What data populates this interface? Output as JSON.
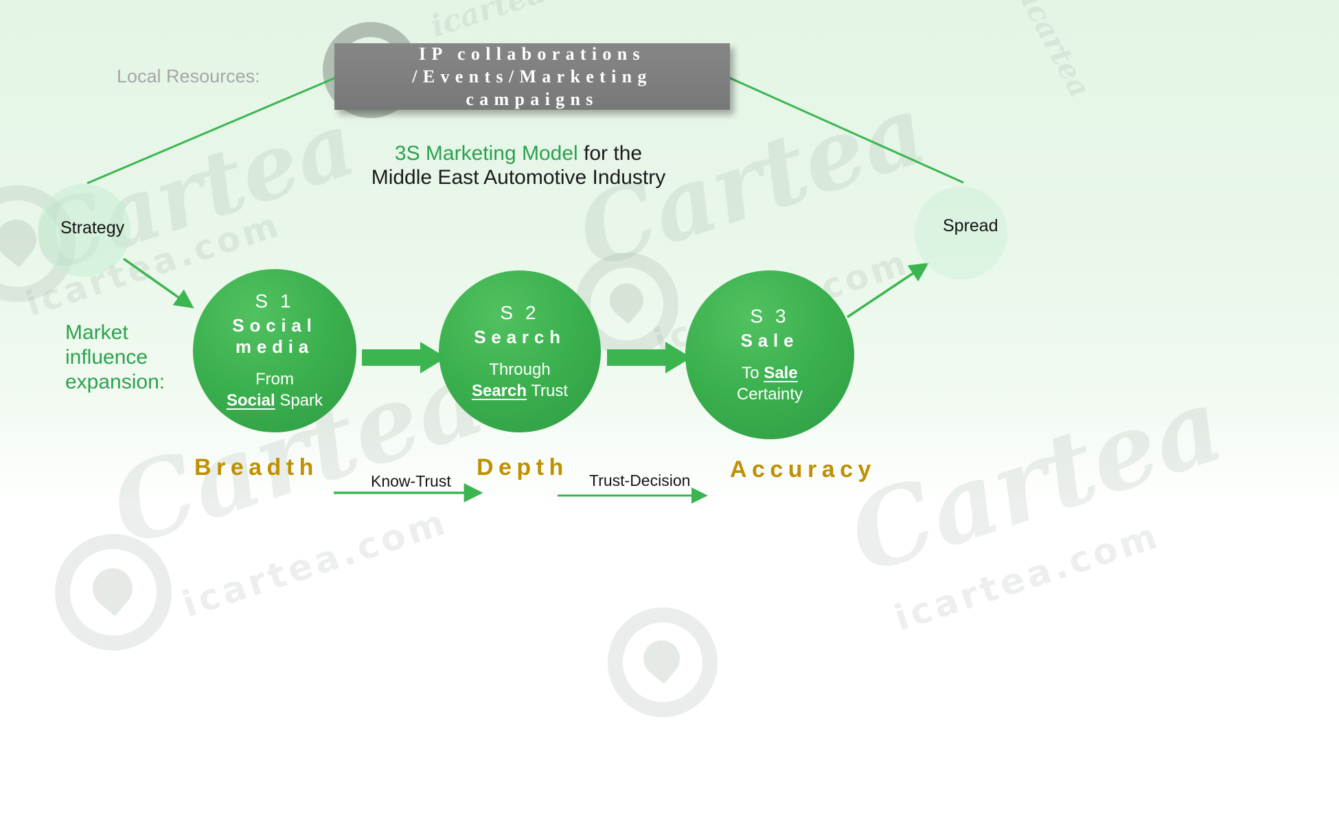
{
  "colors": {
    "accent_green": "#3cb551",
    "title_green": "#2aa24d",
    "gold": "#bf9000",
    "box_gray": "#7d7d7d",
    "muted_gray": "#a6a6a6",
    "circle_green_light": "#52c160",
    "circle_green_dark": "#2e9c43"
  },
  "watermark": {
    "brand": "Cartea",
    "domain": "icartea.com",
    "short": "icartea"
  },
  "top_box": {
    "lines": [
      "IP collaborations",
      "/Events/Marketing",
      "campaigns"
    ]
  },
  "local_resources_label": "Local Resources:",
  "title": {
    "highlight": "3S Marketing Model",
    "rest": " for the",
    "line2": "Middle East Automotive Industry"
  },
  "nodes": {
    "strategy": "Strategy",
    "spread": "Spread"
  },
  "market_label": "Market influence expansion:",
  "circles": [
    {
      "stage": "S 1",
      "title": "Social media",
      "l1_pre": "From",
      "l1_bold": "",
      "l1_post": "",
      "l2_pre": "",
      "l2_bold": "Social",
      "l2_post": " Spark"
    },
    {
      "stage": "S 2",
      "title": "Search",
      "l1_pre": "Through",
      "l1_bold": "",
      "l1_post": "",
      "l2_pre": "",
      "l2_bold": "Search",
      "l2_post": " Trust"
    },
    {
      "stage": "S 3",
      "title": "Sale",
      "l1_pre": "To ",
      "l1_bold": "Sale",
      "l1_post": "",
      "l2_pre": "Certainty",
      "l2_bold": "",
      "l2_post": ""
    }
  ],
  "bottom_words": [
    "Breadth",
    "Depth",
    "Accuracy"
  ],
  "flow_labels": [
    "Know-Trust",
    "Trust-Decision"
  ]
}
